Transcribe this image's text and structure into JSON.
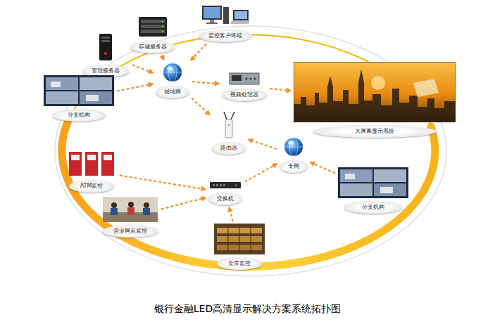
{
  "diagram": {
    "caption": "银行金融LED高清显示解决方案系统拓扑图",
    "nodes": [
      {
        "text": [
          "监控客户终端"
        ]
      },
      {
        "text": [
          "存储服务器"
        ]
      },
      {
        "text": [
          "管理服务器"
        ]
      },
      {
        "text": [
          "城域网"
        ]
      },
      {
        "text": [
          "视频处理器"
        ]
      },
      {
        "text": [
          "分支机构"
        ]
      },
      {
        "text": [
          "大屏幕显示系统"
        ]
      },
      {
        "text": [
          "路由器"
        ]
      },
      {
        "text": [
          "专网"
        ]
      },
      {
        "text": [
          "ATM监控"
        ]
      },
      {
        "text": [
          "交换机"
        ]
      },
      {
        "text": [
          "分支机构"
        ]
      },
      {
        "text": [
          "营业网点监控"
        ]
      },
      {
        "text": [
          "金库监控"
        ]
      }
    ],
    "edges": [
      {
        "from": 2,
        "to": 3,
        "arrow": "to"
      },
      {
        "from": 1,
        "to": 3,
        "arrow": "to"
      },
      {
        "from": 0,
        "to": 3,
        "arrow": "to"
      },
      {
        "from": 5,
        "to": 3,
        "arrow": "to"
      },
      {
        "from": 3,
        "to": 4,
        "arrow": "to"
      },
      {
        "from": 4,
        "to": 6,
        "arrow": "to"
      },
      {
        "from": 3,
        "to": 7,
        "arrow": "to"
      },
      {
        "from": 8,
        "to": 7,
        "arrow": "to"
      },
      {
        "from": 11,
        "to": 8,
        "arrow": "to"
      },
      {
        "from": 9,
        "to": 10,
        "arrow": "to"
      },
      {
        "from": 12,
        "to": 10,
        "arrow": "to"
      },
      {
        "from": 13,
        "to": 10,
        "arrow": "to"
      },
      {
        "from": 10,
        "to": 8,
        "arrow": "to"
      }
    ]
  }
}
